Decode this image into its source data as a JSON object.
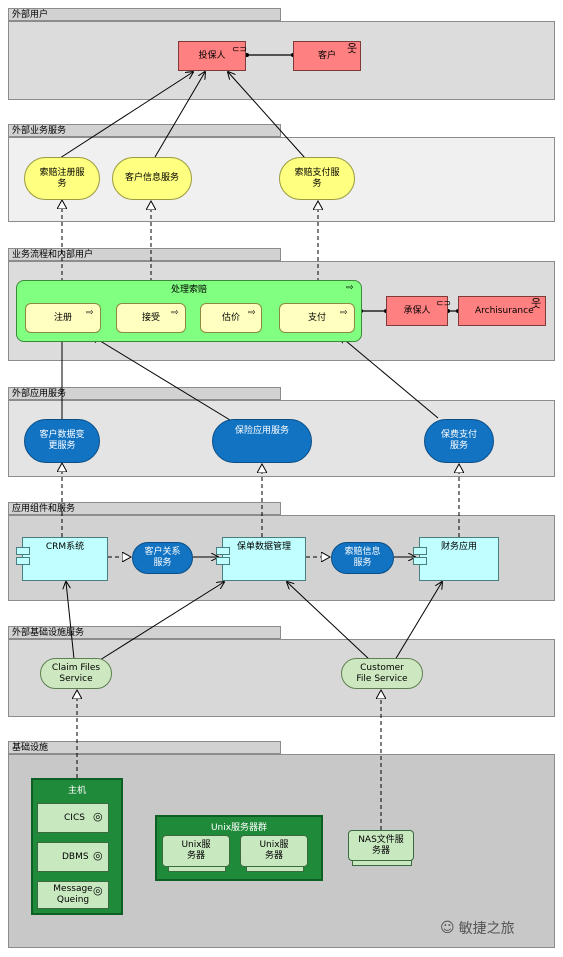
{
  "layers": {
    "external_users": "外部用户",
    "external_business_services": "外部业务服务",
    "processes_internal_users": "业务流程和内部用户",
    "external_app_services": "外部应用服务",
    "app_components_services": "应用组件和服务",
    "external_infra_services": "外部基础设施服务",
    "infrastructure": "基础设施"
  },
  "users": {
    "insurant": "投保人",
    "customer": "客户"
  },
  "business_services": {
    "claim_register": "索赔注册服务",
    "customer_info": "客户信息服务",
    "claim_payment": "索赔支付服务"
  },
  "process": {
    "title": "处理索赔",
    "steps": [
      "注册",
      "接受",
      "估价",
      "支付"
    ],
    "insurer": "承保人",
    "archisurance": "Archisurance"
  },
  "app_services": {
    "customer_data_change": "客户数据变更服务",
    "insurance_app": "保险应用服务",
    "premium_payment": "保费支付服务"
  },
  "components": {
    "crm": "CRM系统",
    "customer_relation_service": "客户关系服务",
    "policy_data": "保单数据管理",
    "claim_info_service": "索赔信息服务",
    "finance_app": "财务应用"
  },
  "infra_services": {
    "claim_files": "Claim Files Service",
    "customer_file": "Customer File Service"
  },
  "infra": {
    "mainframe": "主机",
    "cics": "CICS",
    "dbms": "DBMS",
    "mq": "Message Queing",
    "unix_cluster": "Unix服务器群",
    "unix1": "Unix服务器",
    "unix2": "Unix服务器",
    "nas": "NAS文件服务器"
  },
  "watermark": "敏捷之旅",
  "colors": {
    "business_actor": "#ff8080",
    "business_service": "#ffff80",
    "app_service": "#1273c3",
    "app_component": "#bfffff",
    "infra_service": "#cde8c0",
    "node": "#1f8a3a",
    "process": "#80ff80"
  }
}
